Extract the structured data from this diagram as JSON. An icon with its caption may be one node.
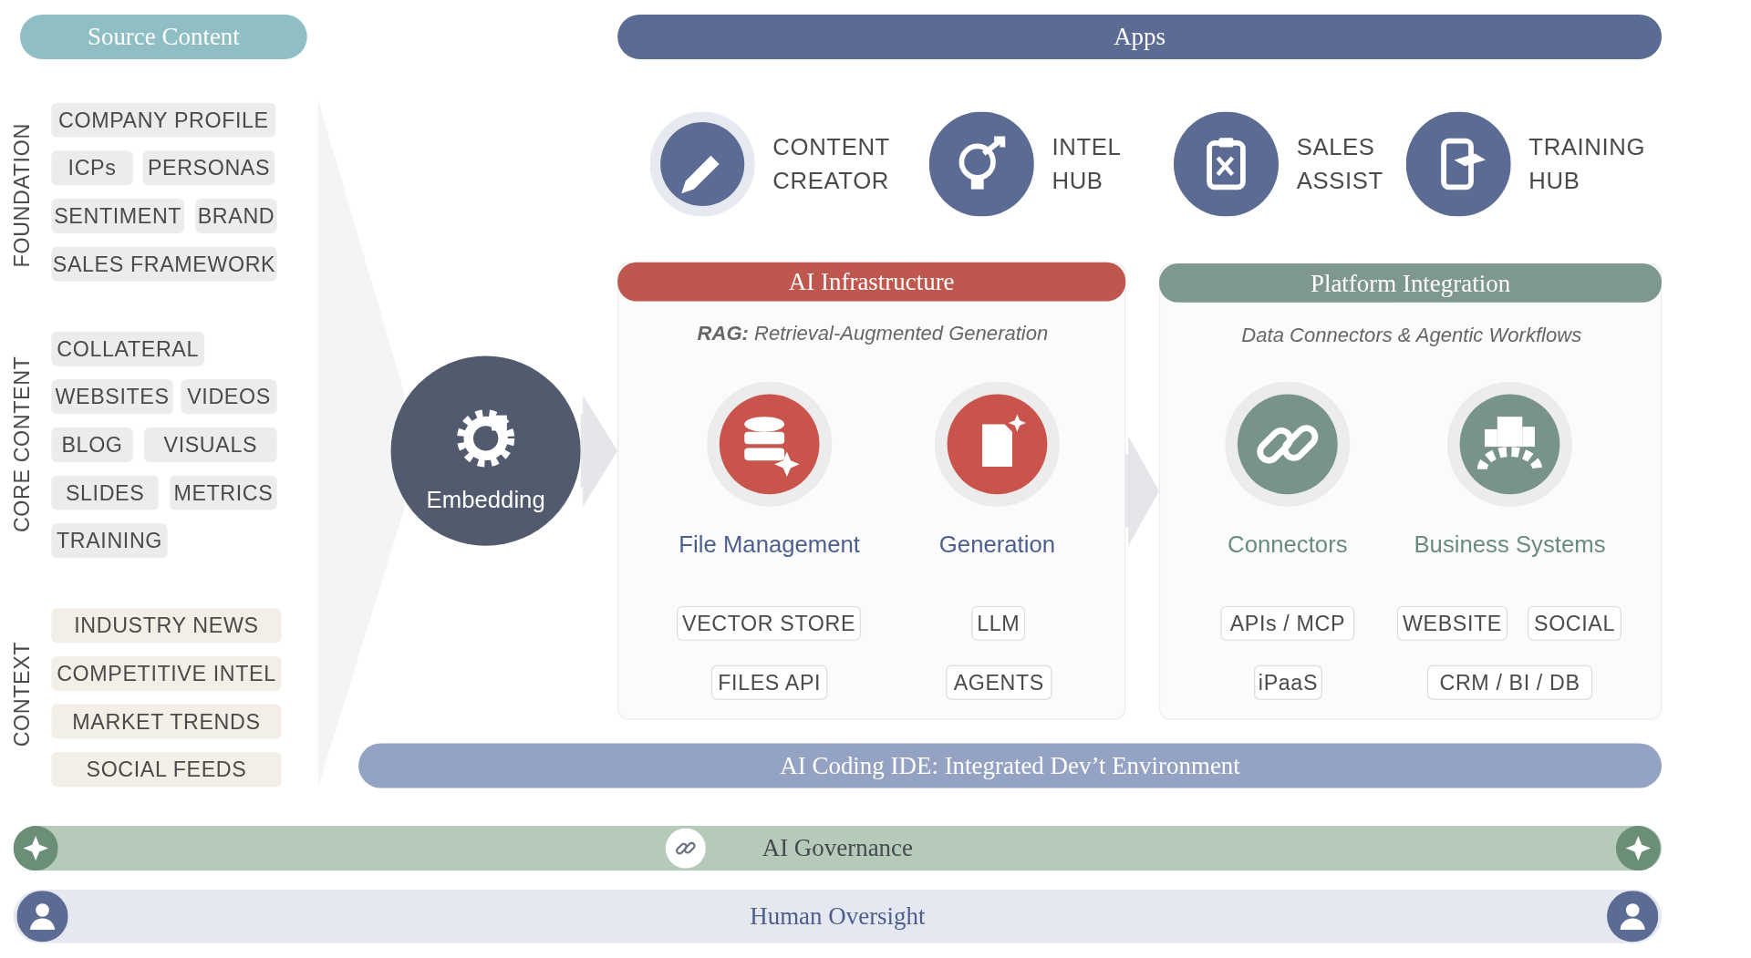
{
  "diagram": {
    "nodes": [
      {
        "text": [
          "Source Content"
        ]
      },
      {
        "text": [
          "Apps"
        ]
      },
      {
        "text": [
          "COMPANY PROFILE"
        ]
      },
      {
        "text": [
          "ICPs"
        ]
      },
      {
        "text": [
          "PERSONAS"
        ]
      },
      {
        "text": [
          "SENTIMENT"
        ]
      },
      {
        "text": [
          "BRAND"
        ]
      },
      {
        "text": [
          "SALES FRAMEWORK"
        ]
      },
      {
        "text": [
          "COLLATERAL"
        ]
      },
      {
        "text": [
          "WEBSITES"
        ]
      },
      {
        "text": [
          "VIDEOS"
        ]
      },
      {
        "text": [
          "BLOG"
        ]
      },
      {
        "text": [
          "VISUALS"
        ]
      },
      {
        "text": [
          "SLIDES"
        ]
      },
      {
        "text": [
          "METRICS"
        ]
      },
      {
        "text": [
          "TRAINING"
        ]
      },
      {
        "text": [
          "INDUSTRY NEWS"
        ]
      },
      {
        "text": [
          "COMPETITIVE INTEL"
        ]
      },
      {
        "text": [
          "MARKET TRENDS"
        ]
      },
      {
        "text": [
          "SOCIAL FEEDS"
        ]
      },
      {
        "text": [
          "Embedding"
        ]
      },
      {
        "text": [
          "CONTENT CREATOR"
        ]
      },
      {
        "text": [
          "INTEL HUB"
        ]
      },
      {
        "text": [
          "SALES ASSIST"
        ]
      },
      {
        "text": [
          "TRAINING HUB"
        ]
      },
      {
        "text": [
          "AI Infrastructure",
          "**RAG:** Retrieval-Augmented Generation"
        ]
      },
      {
        "text": [
          "File Management"
        ],
        "in": 25
      },
      {
        "text": [
          "Generation"
        ],
        "in": 25
      },
      {
        "text": [
          "VECTOR STORE"
        ],
        "in": 25
      },
      {
        "text": [
          "FILES API"
        ],
        "in": 25
      },
      {
        "text": [
          "LLM"
        ],
        "in": 25
      },
      {
        "text": [
          "AGENTS"
        ],
        "in": 25
      },
      {
        "text": [
          "Platform Integration",
          "Data Connectors & Agentic Workflows"
        ]
      },
      {
        "text": [
          "Connectors"
        ],
        "in": 32
      },
      {
        "text": [
          "Business Systems"
        ],
        "in": 32
      },
      {
        "text": [
          "APIs / MCP"
        ],
        "in": 32
      },
      {
        "text": [
          "iPaaS"
        ],
        "in": 32
      },
      {
        "text": [
          "WEBSITE"
        ],
        "in": 32
      },
      {
        "text": [
          "SOCIAL"
        ],
        "in": 32
      },
      {
        "text": [
          "CRM / BI / DB"
        ],
        "in": 32
      },
      {
        "text": [
          "AI Coding IDE: Integrated Dev’t Environment"
        ]
      },
      {
        "text": [
          "AI Governance"
        ]
      },
      {
        "text": [
          "Human Oversight"
        ]
      },
      {
        "text": [],
        "shape": "triangle"
      }
    ],
    "edges": [
      {
        "from": 20,
        "to": 25,
        "arrow": "to"
      },
      {
        "from": 25,
        "to": 32,
        "arrow": "to"
      }
    ],
    "labels": [
      "FOUNDATION",
      "CORE CONTENT",
      "CONTEXT"
    ]
  }
}
